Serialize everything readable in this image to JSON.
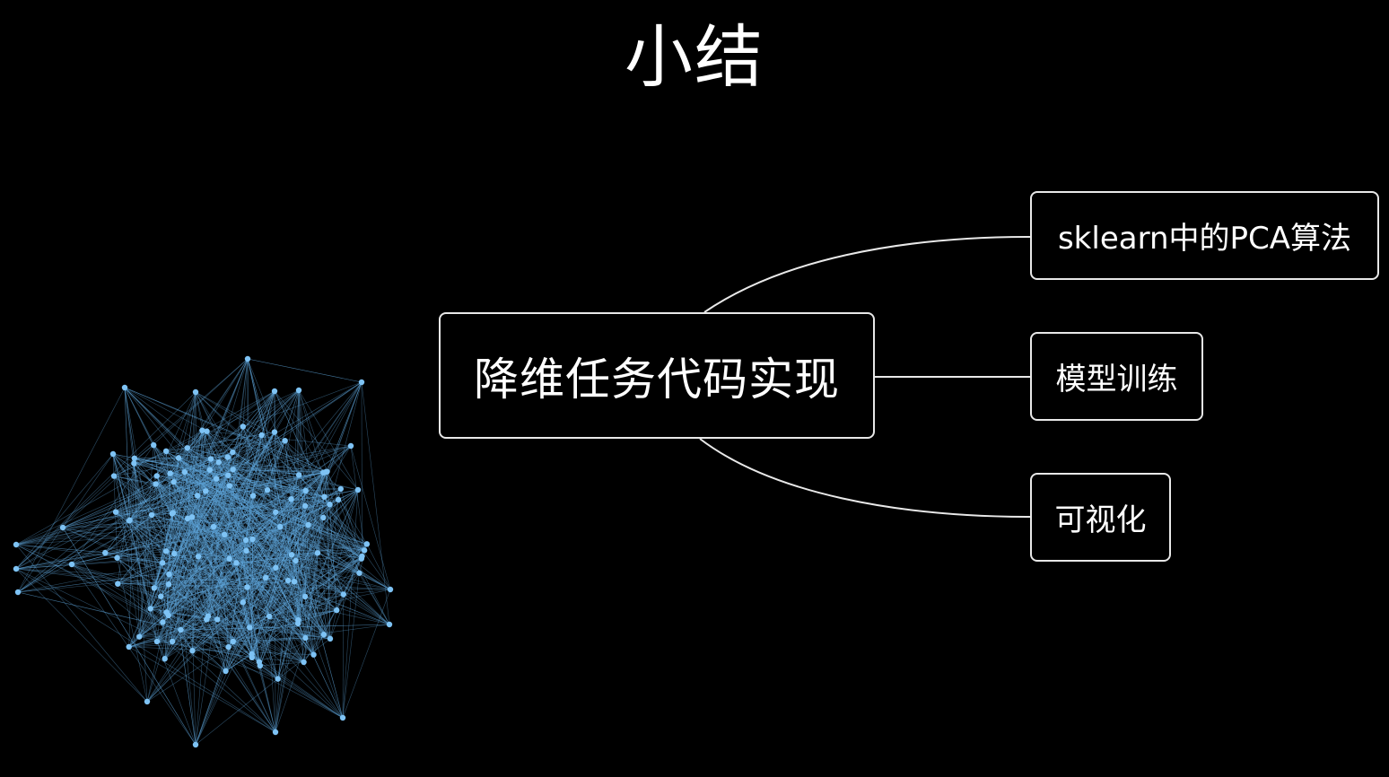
{
  "slide": {
    "title": "小结",
    "background_color": "#000000"
  },
  "mindmap": {
    "central_topic": "降维任务代码实现",
    "branches": [
      {
        "label": "sklearn中的PCA算法"
      },
      {
        "label": "模型训练"
      },
      {
        "label": "可视化"
      }
    ],
    "line_color": "#e8e8e8"
  },
  "decoration": {
    "type": "network-graph",
    "node_color": "#7ec3f5",
    "edge_color": "#5fa6db"
  }
}
